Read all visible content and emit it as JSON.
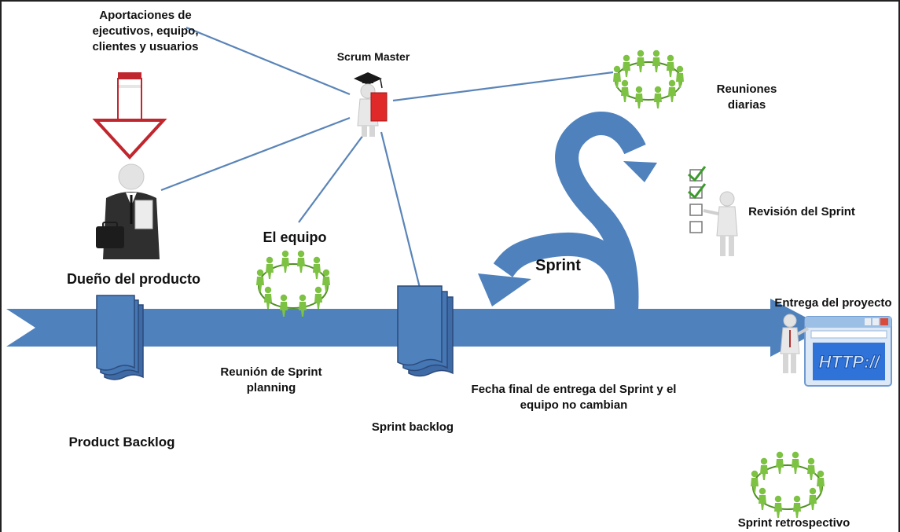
{
  "colors": {
    "flow_blue": "#4f81bd",
    "line_blue": "#5a84b8",
    "figure_green": "#7dc243",
    "figure_green_dark": "#4f8f22",
    "arrow_red": "#c0262d",
    "check_green": "#3a9a2b"
  },
  "labels": {
    "inputs": "Aportaciones de\nejecutivos,  equipo,\nclientes y usuarios",
    "scrum_master": "Scrum Master",
    "daily_meetings": "Reuniones\ndiarias",
    "product_owner": "Dueño del producto",
    "team": "El equipo",
    "sprint_review": "Revisión del Sprint",
    "sprint": "Sprint",
    "project_delivery": "Entrega del proyecto",
    "sprint_planning": "Reunión de Sprint\nplanning",
    "product_backlog": "Product Backlog",
    "sprint_backlog": "Sprint backlog",
    "fixed_note": "Fecha final de entrega del Sprint y el\nequipo no cambian",
    "retrospective": "Sprint retrospectivo"
  },
  "browser": {
    "text": "HTTP://"
  },
  "icons": {
    "people_circle": "people-circle-icon",
    "businessman": "businessman-icon",
    "document_stack": "document-stack-icon",
    "checklist": "checklist-icon",
    "browser_window": "browser-window-icon",
    "scrum_master": "graduate-figure-icon"
  }
}
